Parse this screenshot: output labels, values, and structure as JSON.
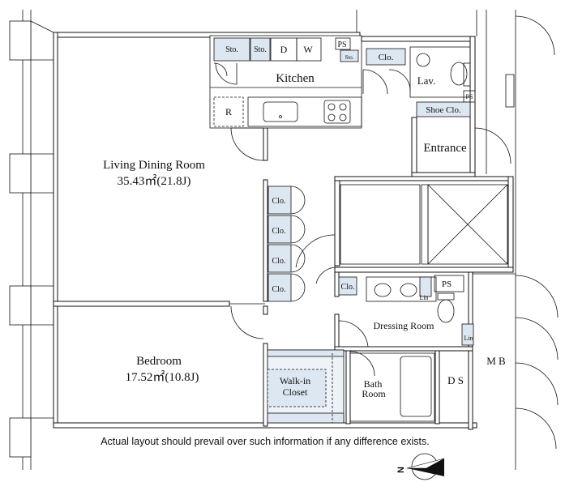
{
  "rooms": {
    "living": {
      "name": "Living Dining Room",
      "area": "35.43㎡(21.8J)"
    },
    "bedroom": {
      "name": "Bedroom",
      "area": "17.52㎡(10.8J)"
    },
    "kitchen": "Kitchen",
    "entrance": "Entrance",
    "lav": "Lav.",
    "dressing": "Dressing Room",
    "bath_line1": "Bath",
    "bath_line2": "Room",
    "walkin_line1": "Walk-in",
    "walkin_line2": "Closet",
    "ds": "D S",
    "mb": "M B"
  },
  "fixtures": {
    "sto1": "Sto.",
    "sto2": "Sto.",
    "d": "D",
    "w": "W",
    "ps_top": "PS",
    "sto_small": "Sto.",
    "clo_top": "Clo.",
    "refrigerator": "R",
    "ps_right": "PS",
    "shoe_clo": "Shoe Clo.",
    "clo1": "Clo.",
    "clo2": "Clo.",
    "clo3": "Clo.",
    "clo4": "Clo.",
    "clo_dressing": "Clo.",
    "ps_dressing": "PS",
    "lin1": "Lin",
    "lin2": "Lin"
  },
  "disclaimer": "Actual layout should prevail over such information if any difference exists.",
  "compass": {
    "label": "N"
  },
  "colors": {
    "closet_fill": "#dde7f1",
    "wall": "#111111"
  }
}
